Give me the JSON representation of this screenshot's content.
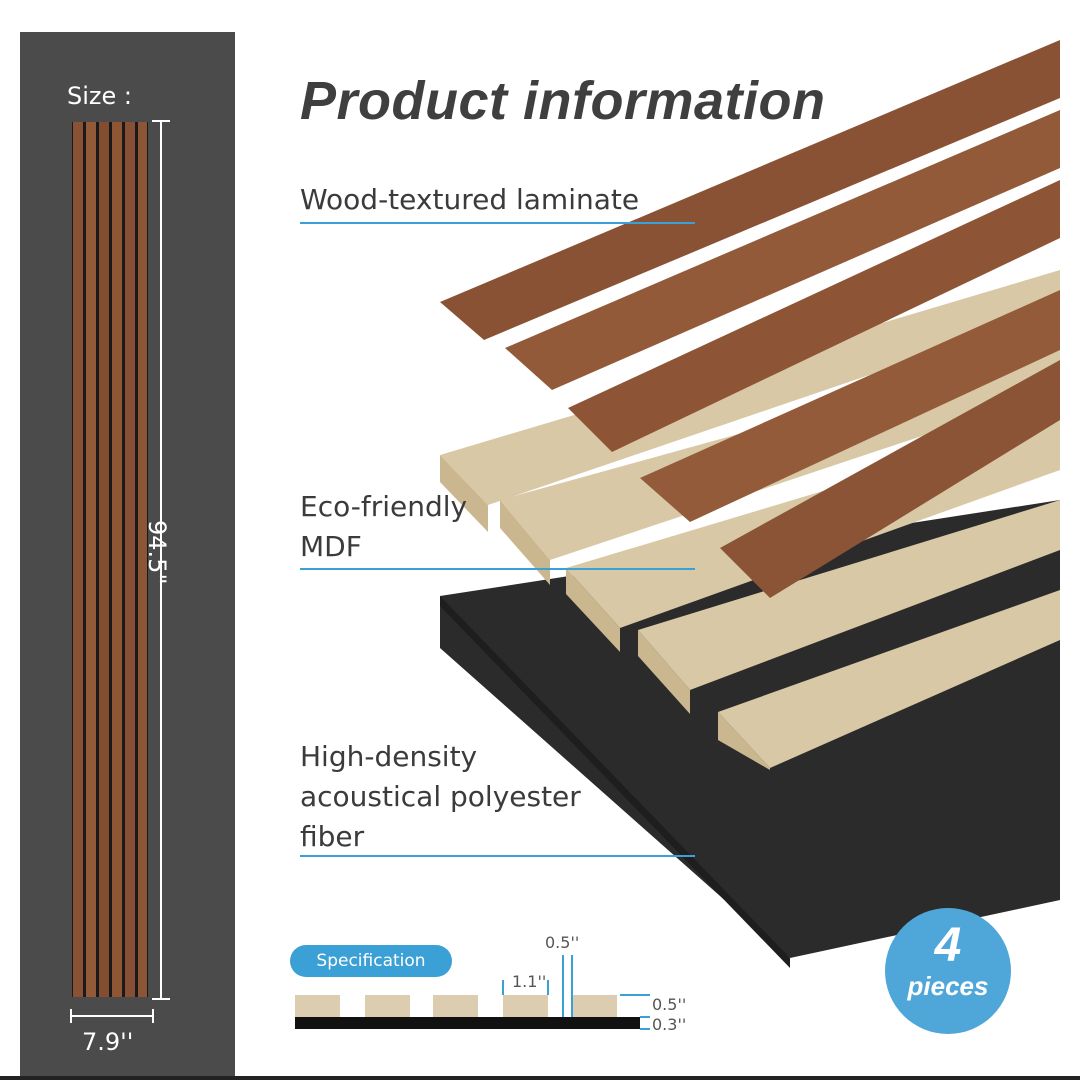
{
  "title": "Product information",
  "size_panel": {
    "size_label": "Size :",
    "height": "94.5\"",
    "width": "7.9''"
  },
  "layers": {
    "laminate": "Wood-textured laminate",
    "mdf_line1": "Eco-friendly",
    "mdf_line2": "MDF",
    "fiber_line1": "High-density",
    "fiber_line2": "acoustical polyester",
    "fiber_line3": "fiber"
  },
  "specification": {
    "badge": "Specification",
    "slat_gap": "1.1''",
    "slat_top_width": "0.5''",
    "slat_thickness": "0.5''",
    "felt_thickness": "0.3''"
  },
  "pieces": {
    "count": "4",
    "label": "pieces"
  },
  "colors": {
    "accent_blue": "#3aa0d6",
    "walnut": "#8a5234",
    "mdf": "#d8c8a6",
    "felt": "#2b2b2b",
    "panel_bg": "#4b4b4b"
  }
}
